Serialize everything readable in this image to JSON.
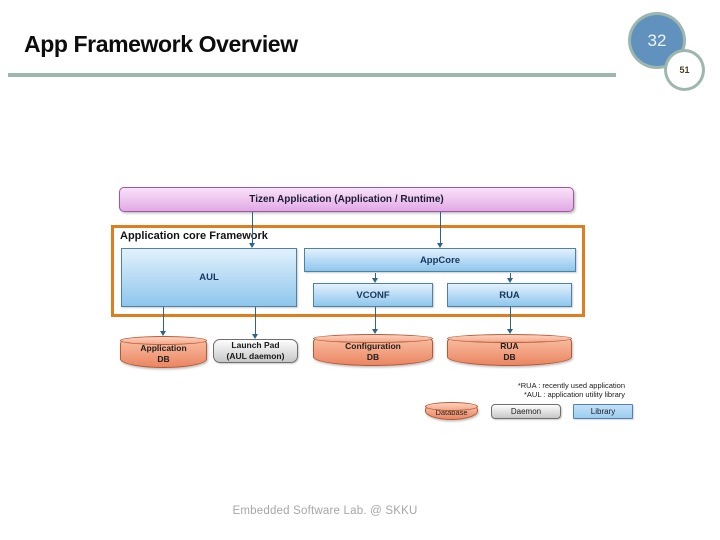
{
  "header": {
    "title": "App Framework Overview",
    "page_number": "32",
    "page_number_secondary": "51"
  },
  "diagram": {
    "tizen_application_label": "Tizen Application (Application / Runtime)",
    "framework_label": "Application core Framework",
    "aul_label": "AUL",
    "appcore_label": "AppCore",
    "vconf_label": "VCONF",
    "rua_label": "RUA",
    "application_db": [
      "Application",
      "DB"
    ],
    "launch_pad": [
      "Launch Pad",
      "(AUL daemon)"
    ],
    "configuration_db": [
      "Configuration",
      "DB"
    ],
    "rua_db": [
      "RUA",
      "DB"
    ]
  },
  "legend": {
    "notes": [
      "*RUA : recently used application",
      "*AUL : application utility library"
    ],
    "database_label": "Database",
    "daemon_label": "Daemon",
    "library_label": "Library"
  },
  "footer": {
    "text": "Embedded Software Lab. @ SKKU"
  },
  "colors": {
    "accent_sage": "#9db7ae",
    "page_circle_blue": "#6191bd",
    "frame_orange": "#e07d1e",
    "box_blue_top": "#e2f1fc",
    "box_blue_bottom": "#8ec6ed",
    "box_blue_border": "#4f81a3",
    "purple_box": "#e2a9e4",
    "purple_border": "#9c57a5",
    "cylinder_fill": "#eb8662",
    "cylinder_border": "#b55a36",
    "arrow": "#2e6587",
    "footer_gray": "#a6a6a6"
  }
}
